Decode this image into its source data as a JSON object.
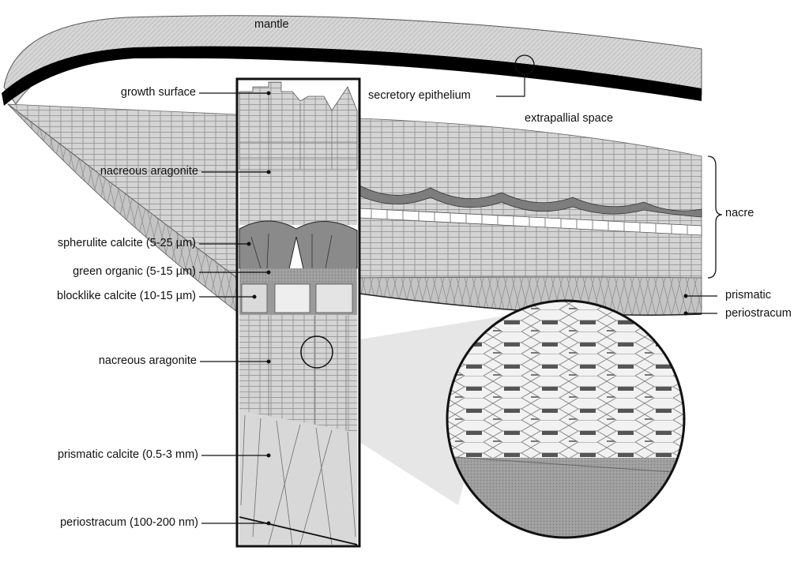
{
  "labels": {
    "mantle": "mantle",
    "secretory_epithelium": "secretory epithelium",
    "extrapallial_space": "extrapallial space",
    "nacre": "nacre",
    "prismatic": "prismatic",
    "periostracum": "periostracum",
    "column": {
      "growth_surface": "growth surface",
      "nacreous_aragonite_top": "nacreous aragonite",
      "spherulite_calcite": "spherulite calcite (5-25 µm)",
      "green_organic": "green organic (5-15 µm)",
      "blocklike_calcite": "blocklike calcite (10-15 µm)",
      "nacreous_aragonite_mid": "nacreous aragonite",
      "prismatic_calcite": "prismatic calcite (0.5-3 mm)",
      "periostracum_col": "periostracum (100-200 nm)"
    }
  },
  "colors": {
    "mantle_fill": "#dcdcdc",
    "epithelium": "#000000",
    "nacre_fill": "#cfcfcf",
    "prism_fill": "#bdbdbd",
    "line": "#222222"
  }
}
